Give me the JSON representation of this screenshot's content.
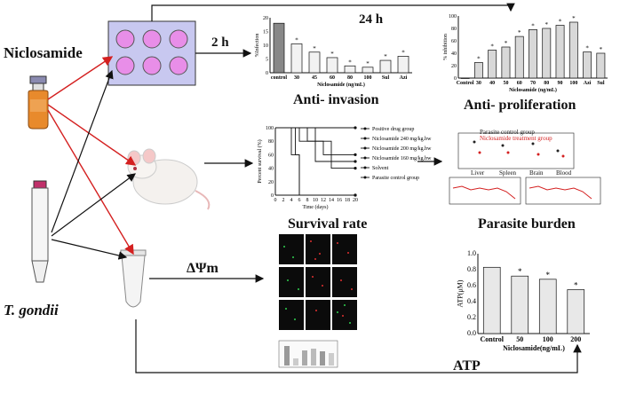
{
  "labels": {
    "niclosamide": "Niclosamide",
    "tgondii": "T. gondii",
    "two_h": "2 h",
    "delta_psi": "ΔΨm"
  },
  "colors": {
    "plate": "#c8c8f0",
    "well": "#e88ee8",
    "vial": "#e88a2c",
    "red_arrow": "#d42020",
    "black": "#111111"
  },
  "chart_data": [
    {
      "type": "bar",
      "title": "24 h",
      "caption": "Anti- invasion",
      "ylabel": "%Infection",
      "xlabel": "Niclosamide (ng/mL)",
      "categories": [
        "control",
        "30",
        "45",
        "60",
        "80",
        "100",
        "Sul",
        "Azi"
      ],
      "values": [
        18,
        10.5,
        7.5,
        5.5,
        2.5,
        2,
        4.5,
        6
      ],
      "ylim": [
        0,
        20
      ],
      "yticks": [
        "0",
        "5",
        "10",
        "15",
        "20"
      ]
    },
    {
      "type": "bar",
      "caption": "Anti- proliferation",
      "ylabel": "% inhibition",
      "xlabel": "Niclosamide (ng/mL)",
      "categories": [
        "Control",
        "30",
        "40",
        "50",
        "60",
        "70",
        "80",
        "90",
        "100",
        "Azi",
        "Sul"
      ],
      "values": [
        0,
        25,
        45,
        50,
        67,
        78,
        80,
        85,
        90,
        42,
        40
      ],
      "ylim": [
        0,
        100
      ],
      "yticks": [
        "0",
        "20",
        "40",
        "60",
        "80",
        "100"
      ]
    },
    {
      "type": "line",
      "caption": "Survival rate",
      "ylabel": "Percent survival (%)",
      "xlabel": "Time (days)",
      "xlim": [
        0,
        20
      ],
      "ylim": [
        0,
        100
      ],
      "xticks": [
        "0",
        "2",
        "4",
        "6",
        "8",
        "10",
        "12",
        "14",
        "16",
        "18",
        "20"
      ],
      "yticks": [
        "0",
        "20",
        "40",
        "60",
        "80",
        "100"
      ],
      "series": [
        {
          "name": "Positive drug group",
          "points": [
            [
              0,
              100
            ],
            [
              20,
              100
            ]
          ]
        },
        {
          "name": "Niclosamide 240 mg/kg.bw",
          "points": [
            [
              0,
              100
            ],
            [
              10,
              100
            ],
            [
              10,
              80
            ],
            [
              14,
              80
            ],
            [
              14,
              60
            ],
            [
              20,
              60
            ]
          ]
        },
        {
          "name": "Niclosamide 200 mg/kg.bw",
          "points": [
            [
              0,
              100
            ],
            [
              8,
              100
            ],
            [
              8,
              80
            ],
            [
              12,
              80
            ],
            [
              12,
              60
            ],
            [
              14,
              60
            ],
            [
              14,
              50
            ],
            [
              20,
              50
            ]
          ]
        },
        {
          "name": "Niclosamide 160 mg/kg.bw",
          "points": [
            [
              0,
              100
            ],
            [
              6,
              100
            ],
            [
              6,
              80
            ],
            [
              10,
              80
            ],
            [
              10,
              50
            ],
            [
              14,
              50
            ],
            [
              14,
              40
            ],
            [
              20,
              40
            ]
          ]
        },
        {
          "name": "Solvent",
          "points": [
            [
              0,
              100
            ],
            [
              4,
              100
            ],
            [
              4,
              60
            ],
            [
              6,
              60
            ],
            [
              6,
              0
            ],
            [
              20,
              0
            ]
          ]
        },
        {
          "name": "Parasite control group",
          "points": [
            [
              0,
              100
            ],
            [
              5,
              100
            ],
            [
              5,
              60
            ],
            [
              6,
              60
            ],
            [
              6,
              0
            ],
            [
              20,
              0
            ]
          ]
        }
      ]
    },
    {
      "type": "bar",
      "caption": "ATP",
      "ylabel": "ATP(μM)",
      "xlabel": "Niclosamide(ng/mL)",
      "categories": [
        "Control",
        "50",
        "100",
        "200"
      ],
      "values": [
        0.83,
        0.72,
        0.68,
        0.55
      ],
      "ylim": [
        0,
        1.0
      ],
      "yticks": [
        "0.0",
        "0.2",
        "0.4",
        "0.6",
        "0.8",
        "1.0"
      ]
    },
    {
      "type": "scatter",
      "caption": "Parasite burden",
      "categories": [
        "Liver",
        "Spleen",
        "Brain",
        "Blood"
      ],
      "legend": [
        "Parasite control group",
        "Niclosamide treatment group"
      ]
    }
  ]
}
